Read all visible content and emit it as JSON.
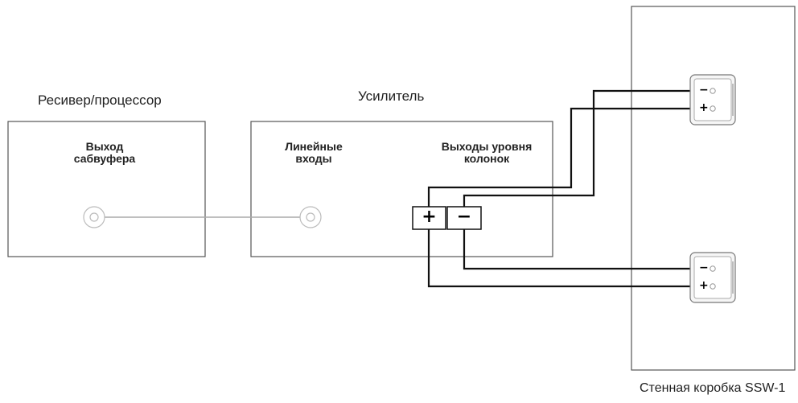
{
  "receiver": {
    "title": "Ресивер/процессор",
    "output_label": "Выход\nсабвуфера"
  },
  "amplifier": {
    "title": "Усилитель",
    "inputs_label": "Линейные\nвходы",
    "outputs_label": "Выходы уровня\nколонок",
    "plus_sign": "+",
    "minus_sign": "−"
  },
  "wall_box": {
    "caption": "Стенная коробка SSW-1",
    "connectors": [
      {
        "minus_sign": "−",
        "plus_sign": "+"
      },
      {
        "minus_sign": "−",
        "plus_sign": "+"
      }
    ]
  },
  "colors": {
    "box_border": "#555555",
    "wire": "#111111",
    "cable": "#aaaaaa",
    "background": "#ffffff"
  }
}
